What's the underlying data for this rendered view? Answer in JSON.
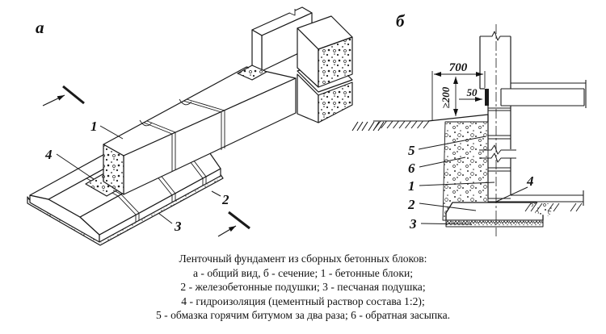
{
  "figure": {
    "view_a": {
      "label": "а",
      "callout_1": "1",
      "callout_2": "2",
      "callout_3": "3",
      "callout_4": "4"
    },
    "view_b": {
      "label": "б",
      "callout_1": "1",
      "callout_2": "2",
      "callout_3": "3",
      "callout_4": "4",
      "callout_5": "5",
      "callout_6": "6",
      "dim_width": "700",
      "dim_height": "≥200",
      "dim_offset": "50"
    },
    "caption": {
      "title": "Ленточный фундамент из сборных бетонных блоков:",
      "line2": "а - общий вид, б - сечение; 1 - бетонные блоки;",
      "line3": "2 - железобетонные подушки; 3 - песчаная подушка;",
      "line4": "4 - гидроизоляция (цементный раствор состава 1:2);",
      "line5": "5 - обмазка горячим битумом за два раза; 6 - обратная засыпка."
    }
  }
}
